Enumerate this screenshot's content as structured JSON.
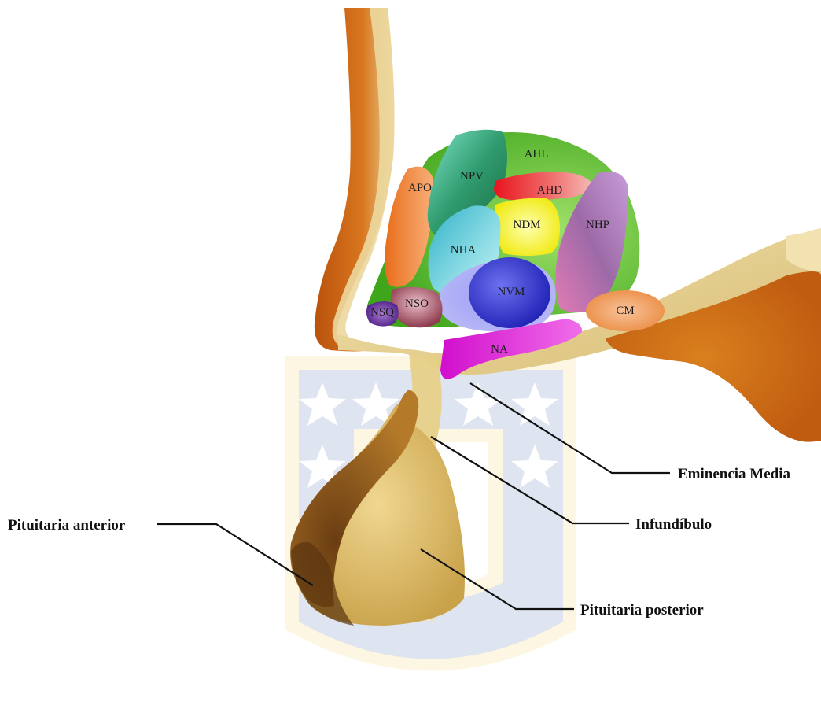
{
  "nuclei": {
    "ahl": "AHL",
    "npv": "NPV",
    "apo": "APO",
    "ahd": "AHD",
    "ndm": "NDM",
    "nhp": "NHP",
    "nha": "NHA",
    "nvm": "NVM",
    "nsq": "NSQ",
    "nso": "NSO",
    "cm": "CM",
    "na": "NA"
  },
  "callouts": {
    "eminencia_media": "Eminencia Media",
    "infundibulo": "Infundíbulo",
    "pituitaria_anterior": "Pituitaria anterior",
    "pituitaria_posterior": "Pituitaria posterior"
  },
  "colors": {
    "tissue_light": "#e9d497",
    "tissue_dark": "#c9661a",
    "ahl": "#5bbd2c",
    "npv": "#2f9b6e",
    "apo": "#f08a3c",
    "ahd": "#e8323c",
    "ndm": "#f4f21e",
    "nhp": "#9d6aa8",
    "nha": "#5bc6d6",
    "nvm": "#3d3fd1",
    "nsq": "#6a2f9c",
    "nso": "#b06a7a",
    "cm": "#f2a15e",
    "na": "#cc19c6"
  },
  "watermark": "university-seal-watermark"
}
